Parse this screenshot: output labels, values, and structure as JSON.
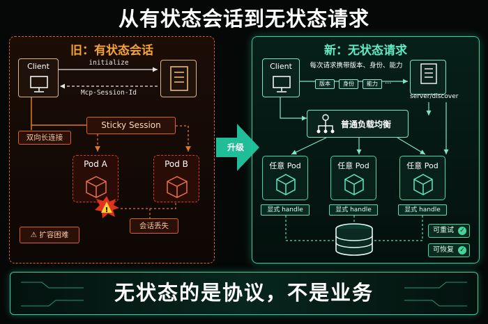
{
  "title": "从有状态会话到无状态请求",
  "old": {
    "title": "旧：有状态会话",
    "client": "Client",
    "initialize": "initialize",
    "session_id": "Mcp-Session-Id",
    "sticky": "Sticky Session",
    "bidir": "双向长连接",
    "pod_a": "Pod A",
    "pod_b": "Pod B",
    "lost": "会话丢失",
    "scale": "扩容困难"
  },
  "upgrade": "升级",
  "new": {
    "title": "新：无状态请求",
    "client": "Client",
    "carry": "每次请求携带版本、身份、能力",
    "chips": [
      "版本",
      "身份",
      "能力"
    ],
    "ellipsis": "...",
    "server": "server/discover",
    "lb": "普通负载均衡",
    "pods": [
      "任意 Pod",
      "任意 Pod",
      "任意 Pod"
    ],
    "handles": [
      "显式 handle",
      "显式 handle",
      "显式 handle"
    ],
    "retry": "可重试",
    "recover": "可恢复"
  },
  "banner": "无状态的是协议，不是业务",
  "colors": {
    "old_accent": "#d9631f",
    "new_accent": "#2fd1a4",
    "danger": "#e0321c",
    "ok": "#46d59e"
  }
}
